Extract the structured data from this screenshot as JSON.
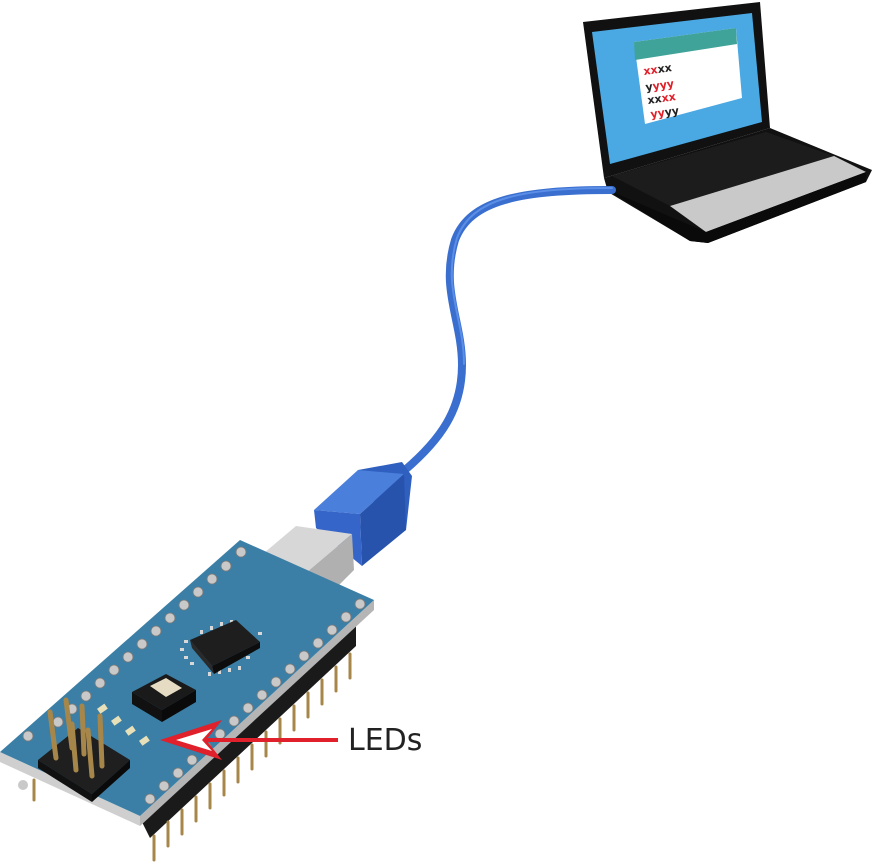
{
  "figure": {
    "led_label": "LEDs",
    "screen_lines": [
      [
        "xx",
        "xx"
      ],
      [
        "y",
        "yyy"
      ],
      [
        "xx",
        "xx"
      ],
      [
        "yy",
        "yy"
      ]
    ]
  },
  "colors": {
    "board": "#3b7fa6",
    "board_top": "#4a91b8",
    "cable": "#3a6fd0",
    "connector": "#3565c8",
    "screen": "#4aa8e3",
    "window_bar": "#3fa39a",
    "arrow": "#e0202a",
    "red_text": "#e0202a",
    "dark_text": "#222222"
  },
  "icons": [
    "microcontroller-board",
    "usb-cable",
    "laptop",
    "arrow"
  ]
}
